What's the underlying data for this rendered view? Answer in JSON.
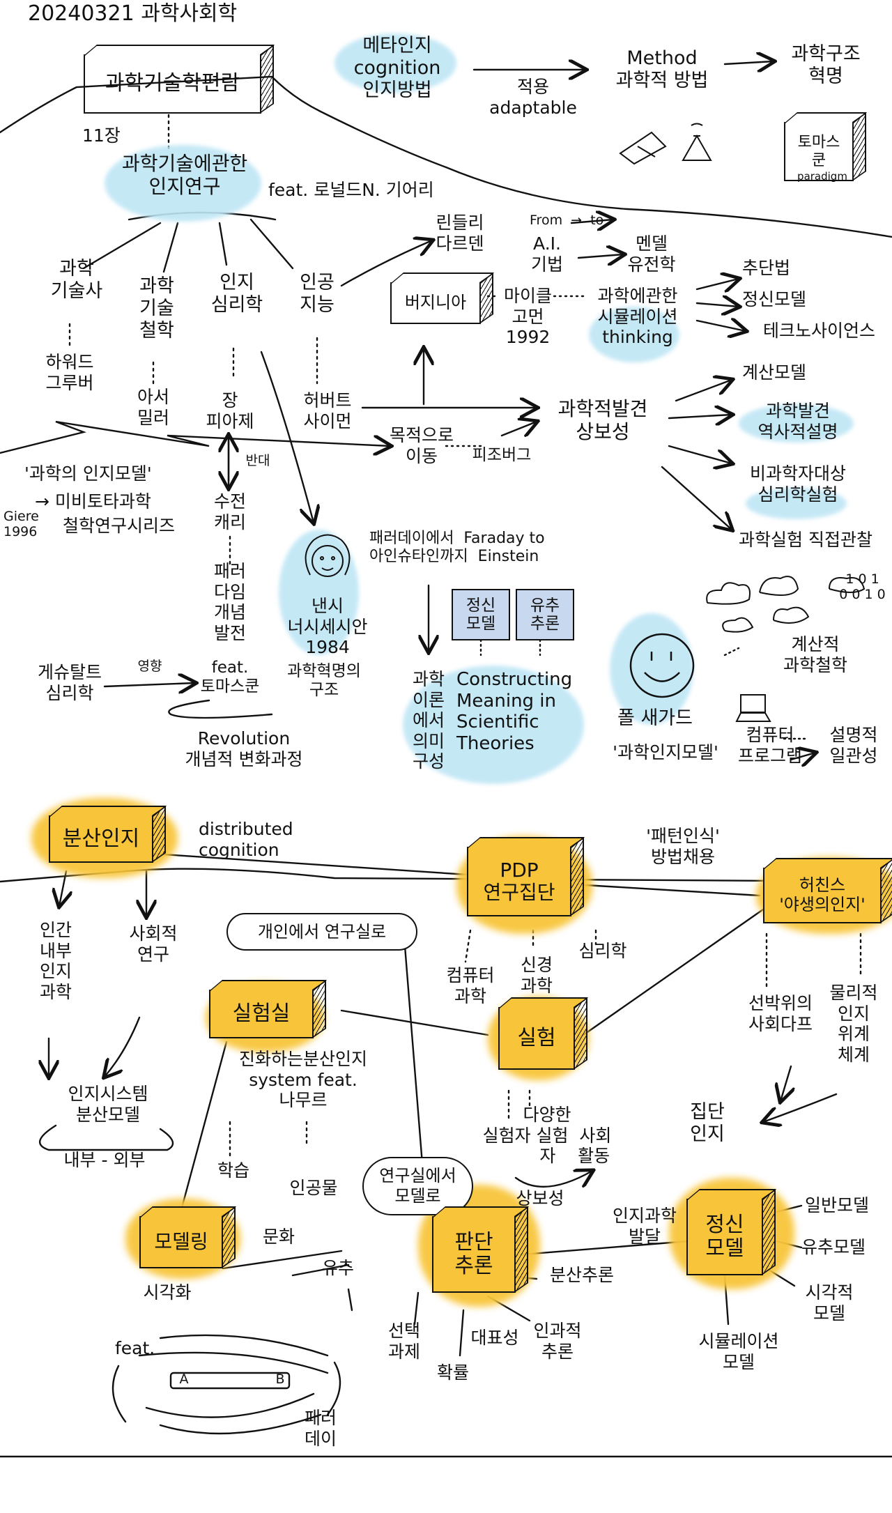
{
  "date": "20240321 과학사회학",
  "book": "과학기술학편람",
  "chapter": "11장",
  "chapter_title": "과학기술에관한\n인지연구",
  "author": "feat. 로널드N. 기어리",
  "meta": "메타인지\ncognition\n인지방법",
  "apply": "적용\nadaptable",
  "method": "Method\n과학적 방법",
  "structure": "과학구조\n혁명",
  "kuhn": "토마스\n쿤",
  "paradigm": "paradigm",
  "branches": {
    "historian": "과학\n기술사",
    "philosophy": "과학\n기술\n철학",
    "cog_psych": "인지\n심리학",
    "ai": "인공\n지능"
  },
  "persons": {
    "howard": "하워드\n그루버",
    "arthur": "아서\n밀러",
    "piaget": "장\n피아제",
    "simon": "허버트\n사이먼"
  },
  "darden": "린들리\n다르덴",
  "from_to": "From  →  to",
  "ai_tech": "A.I.\n기법",
  "mendel": "멘델\n유전학",
  "virginia": "버지니아",
  "michael": "마이클\n고먼\n1992",
  "sim": "과학에관한\n시뮬레이션\nthinking",
  "sim_out": [
    "추단법",
    "정신모델",
    "테크노사이언스"
  ],
  "goal": "목적으로\n이동",
  "gori": "피조버그",
  "discovery": "과학적발견\n상보성",
  "disc_out": [
    "계산모델",
    "과학발견\n역사적설명",
    "비과학자대상\n심리학실험",
    "과학실험 직접관찰"
  ],
  "cog_model": "'과학의 인지모델'",
  "meta_sci": "→ 미비토타과학",
  "giere": "Giere\n1996",
  "phil_series": "철학연구시리즈",
  "oppose": "반대",
  "susan": "수전\n캐리",
  "pattern": "패러\n다임\n개념\n발전",
  "feat_kuhn": "feat.\n토마스쿤",
  "gestalt": "게슈탈트\n심리학",
  "influence": "영향",
  "sci_rev": "과학혁명의\n구조",
  "revolution": "Revolution\n개념적 변화과정",
  "nancy": "낸시\n너시세시안\n1984",
  "faraday": "패러데이에서  Faraday to\n아인슈타인까지  Einstein",
  "mental_model": "정신\n모델",
  "analogy": "유추\n추론",
  "theory": "과학\n이론\n에서\n의미\n구성",
  "constructing": "Constructing\nMeaning in\nScientific\nTheories",
  "paul": "폴 새가드",
  "comp_phil": "계산적\n과학철학",
  "computer": "컴퓨터\n프로그램",
  "explain": "설명적\n일관성",
  "cog_model2": "'과학인지모델'",
  "binary": "1 0 1\n0 0 1 0",
  "distributed": "분산인지",
  "distributed_en": "distributed\ncognition",
  "human": "인간\n내부\n인지\n과학",
  "social": "사회적\n연구",
  "system": "인지시스템\n분산모델",
  "inner_outer": "내부 - 외부",
  "pdp": "PDP\n연구집단",
  "pattern_rec": "'패턴인식'\n방법채용",
  "hutchins": "허친스\n'야생의인지'",
  "personal": "개인에서 연구실로",
  "comp_sci": "컴퓨터\n과학",
  "neuro": "신경\n과학",
  "psych": "심리학",
  "lab": "실험실",
  "exp": "실험",
  "lab_sys": "진화하는분산인지\nsystem feat.\n나무르",
  "learning": "학습",
  "artifact": "인공물",
  "diverse": "다양한\n실험자 실험  사회\n          자    활동",
  "lab_model": "연구실에서\n모델로",
  "navy": "선박위의\n사회다프",
  "physical": "물리적\n인지\n위계\n체계",
  "collective": "집단\n인지",
  "complement": "상보성",
  "modeling": "모델링",
  "visual": "시각화",
  "culture": "문화",
  "analogy2": "유추",
  "reasoning": "판단\n추론",
  "cog_dev": "인지과학\n발달",
  "mental": "정신\n모델",
  "model_types": [
    "일반모델",
    "유추모델",
    "시각적\n모델",
    "시뮬레이션\n모델"
  ],
  "dist_reason": "분산추론",
  "select": "선택\n과제",
  "represent": "대표성",
  "causal": "인과적\n추론",
  "prob": "확률",
  "feat": "feat.",
  "a": "A",
  "b": "B",
  "faraday2": "패러\n데이"
}
